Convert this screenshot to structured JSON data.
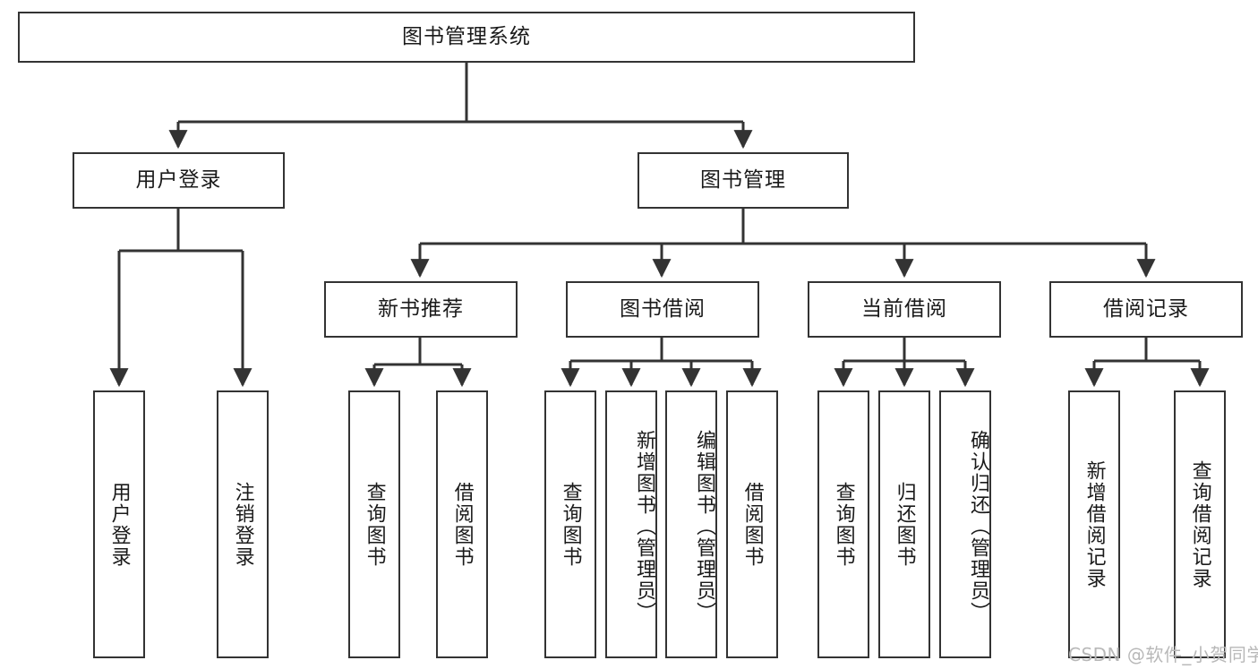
{
  "diagram": {
    "type": "tree-hierarchy",
    "title": "图书管理系统",
    "orientation": "top-down",
    "box_fill": "#ffffff",
    "box_stroke": "#333333",
    "text_color": "#1a1a1a",
    "background": "#ffffff"
  },
  "root": {
    "label": "图书管理系统"
  },
  "level2": [
    {
      "label": "用户登录"
    },
    {
      "label": "图书管理"
    }
  ],
  "level3": [
    {
      "label": "新书推荐"
    },
    {
      "label": "图书借阅"
    },
    {
      "label": "当前借阅"
    },
    {
      "label": "借阅记录"
    }
  ],
  "leaves": {
    "user_login": [
      {
        "label": "用户登录"
      },
      {
        "label": "注销登录"
      }
    ],
    "new_book_recommend": [
      {
        "label": "查询图书"
      },
      {
        "label": "借阅图书"
      }
    ],
    "book_borrow": [
      {
        "label": "查询图书"
      },
      {
        "label": "新增图书（管理员）"
      },
      {
        "label": "编辑图书（管理员）"
      },
      {
        "label": "借阅图书"
      }
    ],
    "current_borrow": [
      {
        "label": "查询图书"
      },
      {
        "label": "归还图书"
      },
      {
        "label": "确认归还（管理员）"
      }
    ],
    "borrow_record": [
      {
        "label": "新增借阅记录"
      },
      {
        "label": "查询借阅记录"
      }
    ]
  },
  "watermark": {
    "text": "CSDN @软件_小贺同学"
  }
}
